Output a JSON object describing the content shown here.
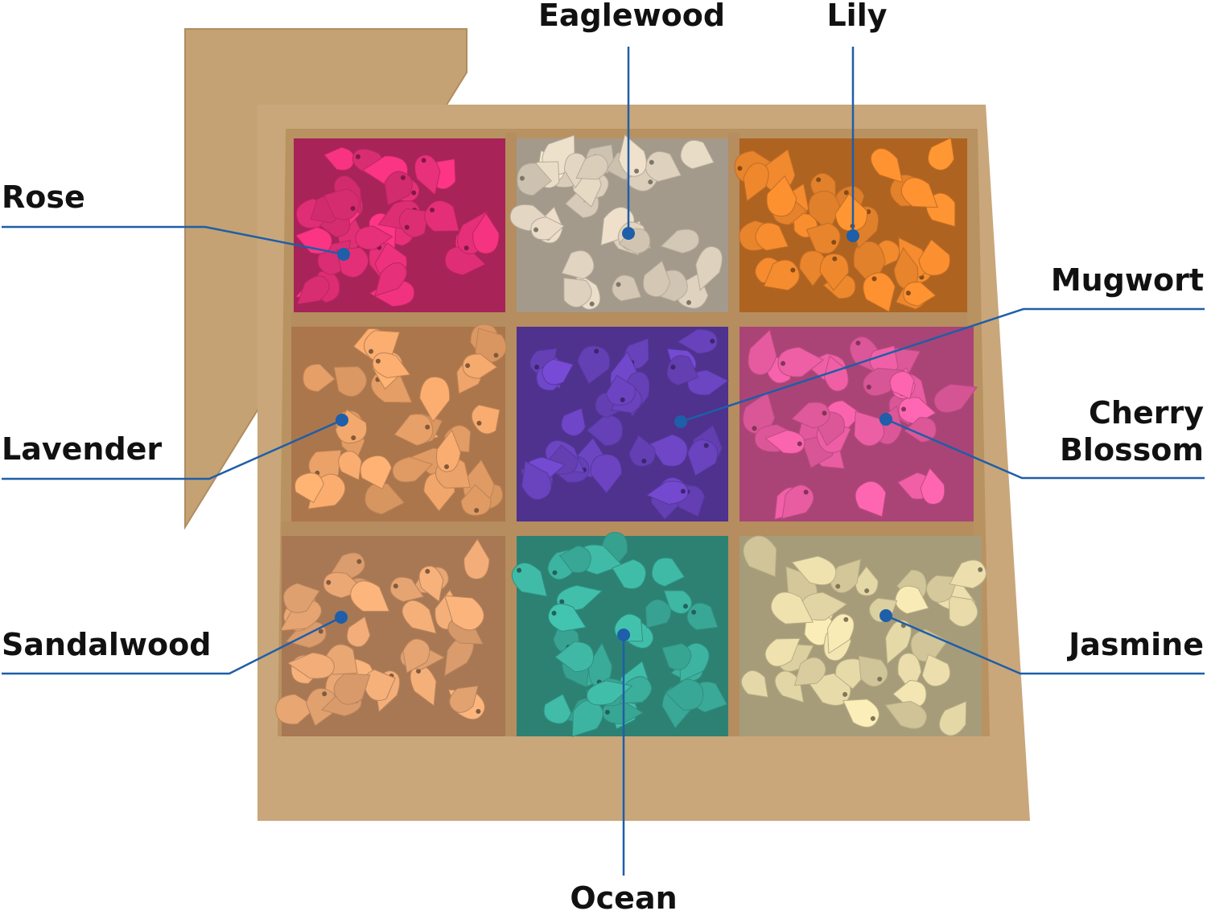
{
  "colors": {
    "leader_line": "#1f5ea8",
    "text": "#111111",
    "box_kraft": "#c9a77a",
    "divider": "#b58d5f"
  },
  "scents": [
    {
      "name": "Rose",
      "cone_color": "#e8307a"
    },
    {
      "name": "Eaglewood",
      "cone_color": "#e3d6c2"
    },
    {
      "name": "Lily",
      "cone_color": "#f28a2e"
    },
    {
      "name": "Mugwort",
      "cone_color": "#eda46a"
    },
    {
      "name": "Lavender",
      "cone_color": "#6d45c4"
    },
    {
      "name": "Cherry Blossom",
      "cone_color": "#ec5ea4"
    },
    {
      "name": "Sandalwood",
      "cone_color": "#e8a673"
    },
    {
      "name": "Ocean",
      "cone_color": "#3db3a0"
    },
    {
      "name": "Jasmine",
      "cone_color": "#e6d9a8"
    }
  ],
  "labels": {
    "rose": "Rose",
    "eaglewood": "Eaglewood",
    "lily": "Lily",
    "mugwort": "Mugwort",
    "lavender": "Lavender",
    "cherry_line1": "Cherry",
    "cherry_line2": "Blossom",
    "sandalwood": "Sandalwood",
    "ocean": "Ocean",
    "jasmine": "Jasmine"
  }
}
